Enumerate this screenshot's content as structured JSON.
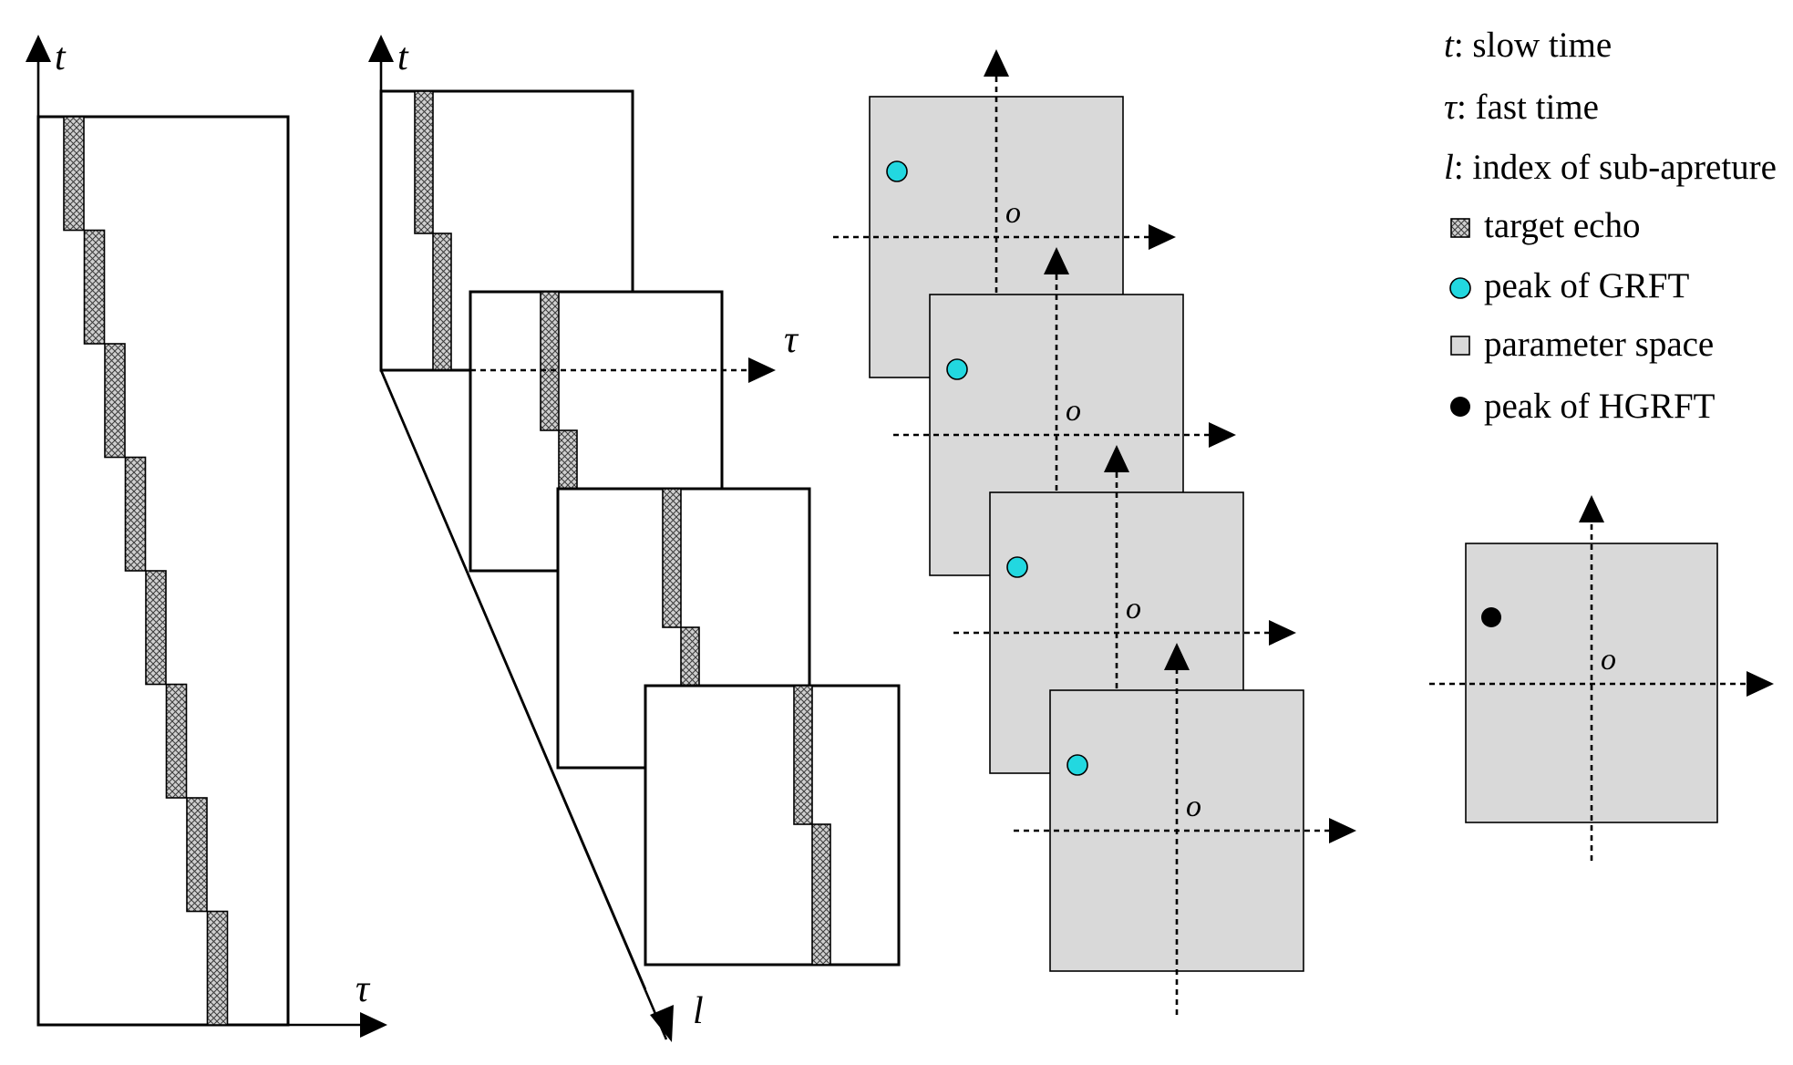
{
  "labels": {
    "slow_time": "t",
    "fast_time": "τ",
    "subaperture_index": "l",
    "origin": "o"
  },
  "legend": [
    {
      "symbol": "t",
      "text": ": slow time",
      "icon": "italic-letter"
    },
    {
      "symbol": "τ",
      "text": ": fast time",
      "icon": "italic-letter"
    },
    {
      "symbol": "l",
      "text": ": index of sub-apreture",
      "icon": "italic-letter"
    },
    {
      "symbol": "",
      "text": "target echo",
      "icon": "hatched-square-icon"
    },
    {
      "symbol": "",
      "text": "peak of GRFT",
      "icon": "cyan-dot-icon"
    },
    {
      "symbol": "",
      "text": "parameter space",
      "icon": "gray-square-icon"
    },
    {
      "symbol": "",
      "text": "peak of HGRFT",
      "icon": "black-dot-icon"
    }
  ],
  "colors": {
    "echo_fill": "#c8c8c8",
    "parameter_space": "#d9d9d9",
    "grft_peak": "#22d8e0",
    "hgrft_peak": "#000000",
    "stroke": "#000000"
  },
  "structure": {
    "echo_steps_full_aperture": 8,
    "subapertures": 4,
    "parameter_spaces": 4
  }
}
